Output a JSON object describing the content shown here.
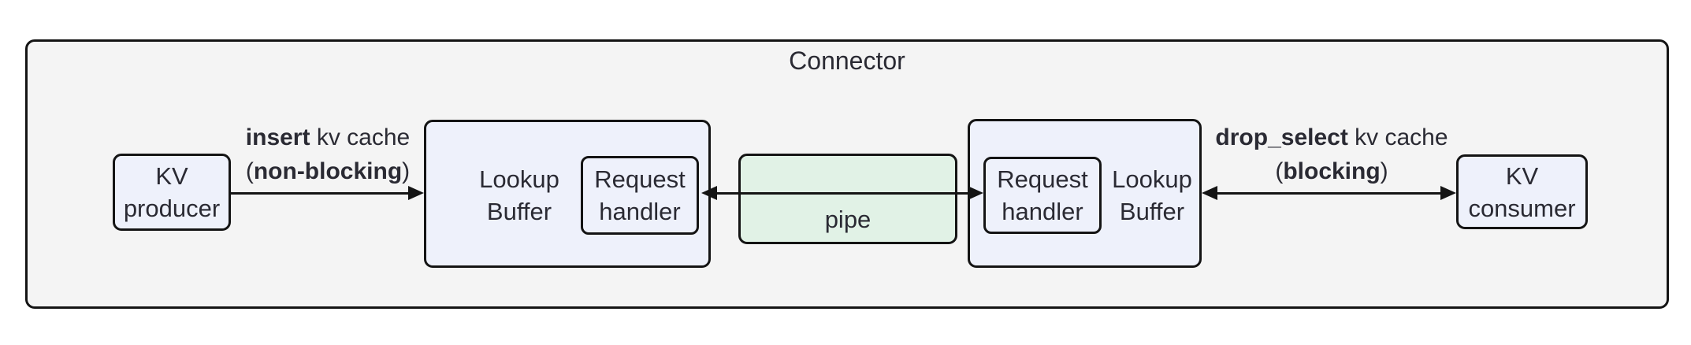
{
  "diagram": {
    "title": "Connector",
    "nodes": {
      "kv_producer": {
        "line1": "KV",
        "line2": "producer"
      },
      "lookup_buffer_left": {
        "line1": "Lookup",
        "line2": "Buffer"
      },
      "request_handler_left": {
        "line1": "Request",
        "line2": "handler"
      },
      "pipe": {
        "label": "pipe"
      },
      "lookup_buffer_right": {
        "line1": "Lookup",
        "line2": "Buffer"
      },
      "request_handler_right": {
        "line1": "Request",
        "line2": "handler"
      },
      "kv_consumer": {
        "line1": "KV",
        "line2": "consumer"
      }
    },
    "edges": {
      "insert": {
        "bold1": "insert",
        "rest1": " kv cache",
        "pre2": "(",
        "bold2": "non-blocking",
        "post2": ")"
      },
      "drop_select": {
        "bold1": "drop_select",
        "rest1": " kv cache",
        "pre2": "(",
        "bold2": "blocking",
        "post2": ")"
      }
    },
    "colors": {
      "container_fill": "#f4f4f4",
      "node_fill": "#eef1fb",
      "pipe_fill": "#e1f2e6",
      "border": "#141414",
      "text": "#2a2a33"
    }
  }
}
